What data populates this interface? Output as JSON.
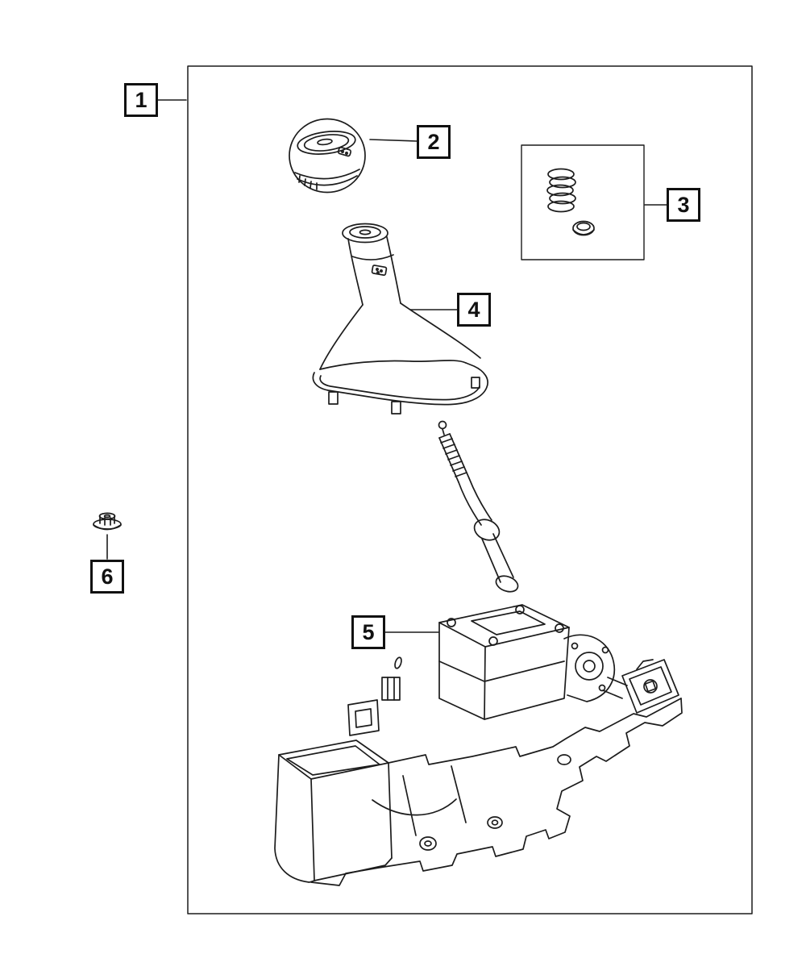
{
  "page": {
    "background_color": "#ffffff",
    "line_color": "#1c1c1c"
  },
  "diagram": {
    "kind": "exploded-parts-diagram",
    "callouts": [
      {
        "label": "1"
      },
      {
        "label": "2"
      },
      {
        "label": "3"
      },
      {
        "label": "4"
      },
      {
        "label": "5"
      },
      {
        "label": "6"
      }
    ]
  }
}
